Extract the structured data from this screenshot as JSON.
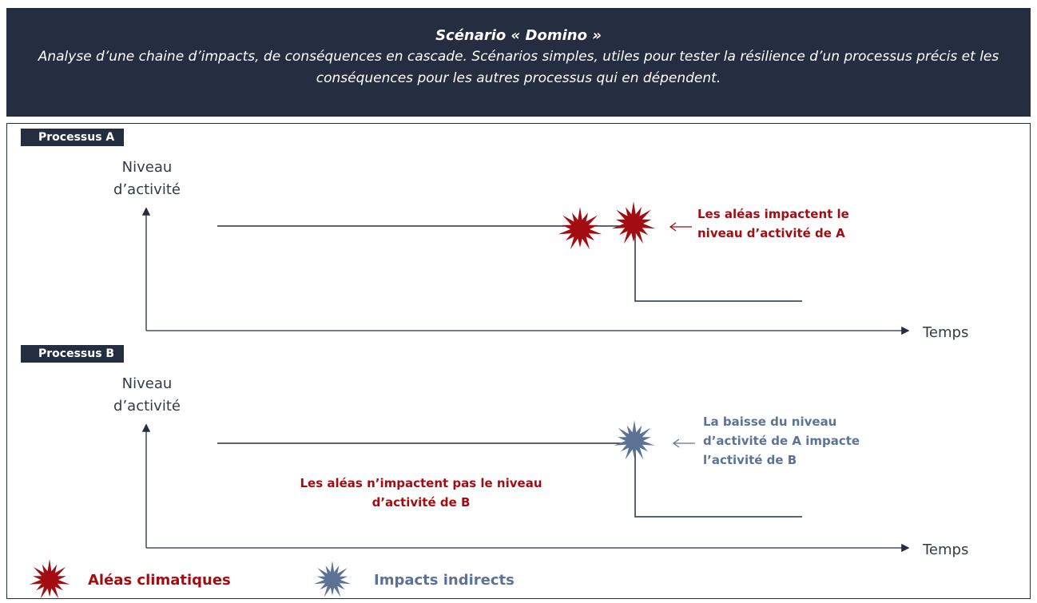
{
  "header": {
    "title": "Scénario « Domino »",
    "subtitle": "Analyse d’une chaine d’impacts, de conséquences en cascade. Scénarios simples, utiles pour tester la résilience d’un processus précis et les conséquences pour les autres processus qui en dépendent."
  },
  "process_a": {
    "badge": "Processus A",
    "ylabel": "Niveau d’activité",
    "xlabel": "Temps",
    "note": "Les aléas impactent le niveau d’activité de A"
  },
  "process_b": {
    "badge": "Processus B",
    "ylabel": "Niveau d’activité",
    "xlabel": "Temps",
    "note_indirect": "La baisse du niveau d’activité de A impacte l’activité de B",
    "note_no_impact": "Les aléas n’impactent pas le niveau d’activité de B"
  },
  "legend": {
    "hazards": "Aléas climatiques",
    "indirect": "Impacts indirects"
  },
  "colors": {
    "dark": "#252e40",
    "red": "#a30d12",
    "blue": "#5d7396"
  }
}
